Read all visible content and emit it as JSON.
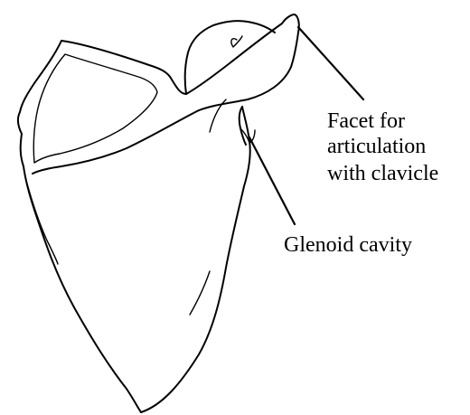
{
  "labels": {
    "facet_line1": "Facet for",
    "facet_line2": "articulation",
    "facet_line3": "with clavicle",
    "glenoid": "Glenoid cavity"
  },
  "colors": {
    "stroke": "#000000",
    "background": "#ffffff"
  }
}
